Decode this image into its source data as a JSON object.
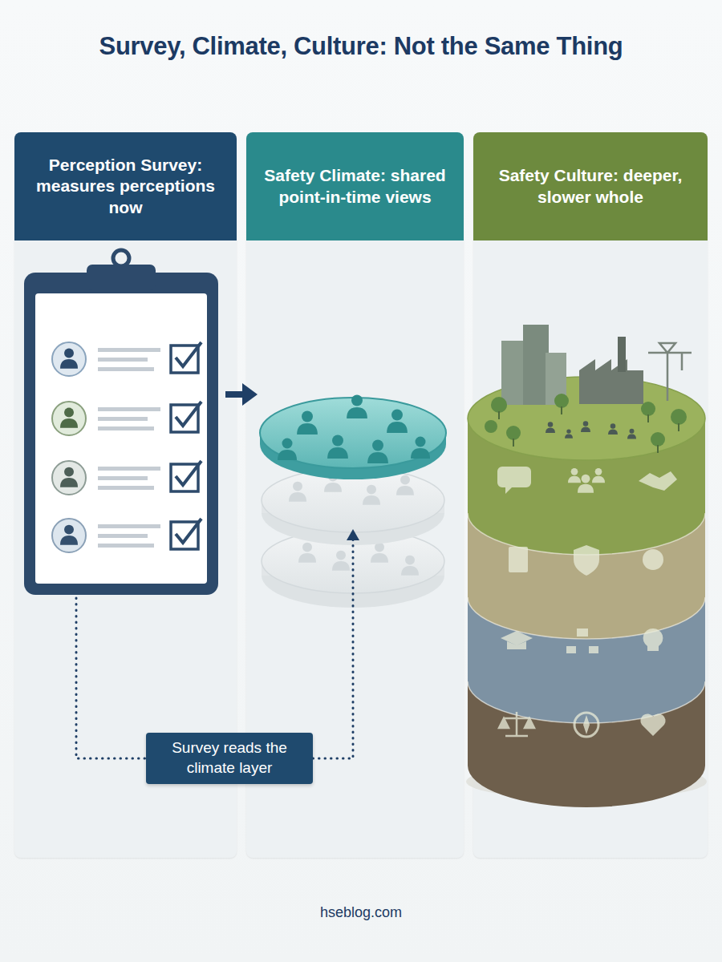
{
  "diagram": {
    "title": "Survey, Climate, Culture: Not the Same Thing",
    "nodes": [
      {
        "text": [
          "Perception Survey: measures perceptions now"
        ]
      },
      {
        "text": [
          "Safety Climate: shared point-in-time views"
        ]
      },
      {
        "text": [
          "Safety Culture: deeper, slower whole"
        ]
      },
      {
        "text": [
          "Survey reads the climate layer"
        ]
      }
    ],
    "labels": [
      "hseblog.com"
    ]
  }
}
